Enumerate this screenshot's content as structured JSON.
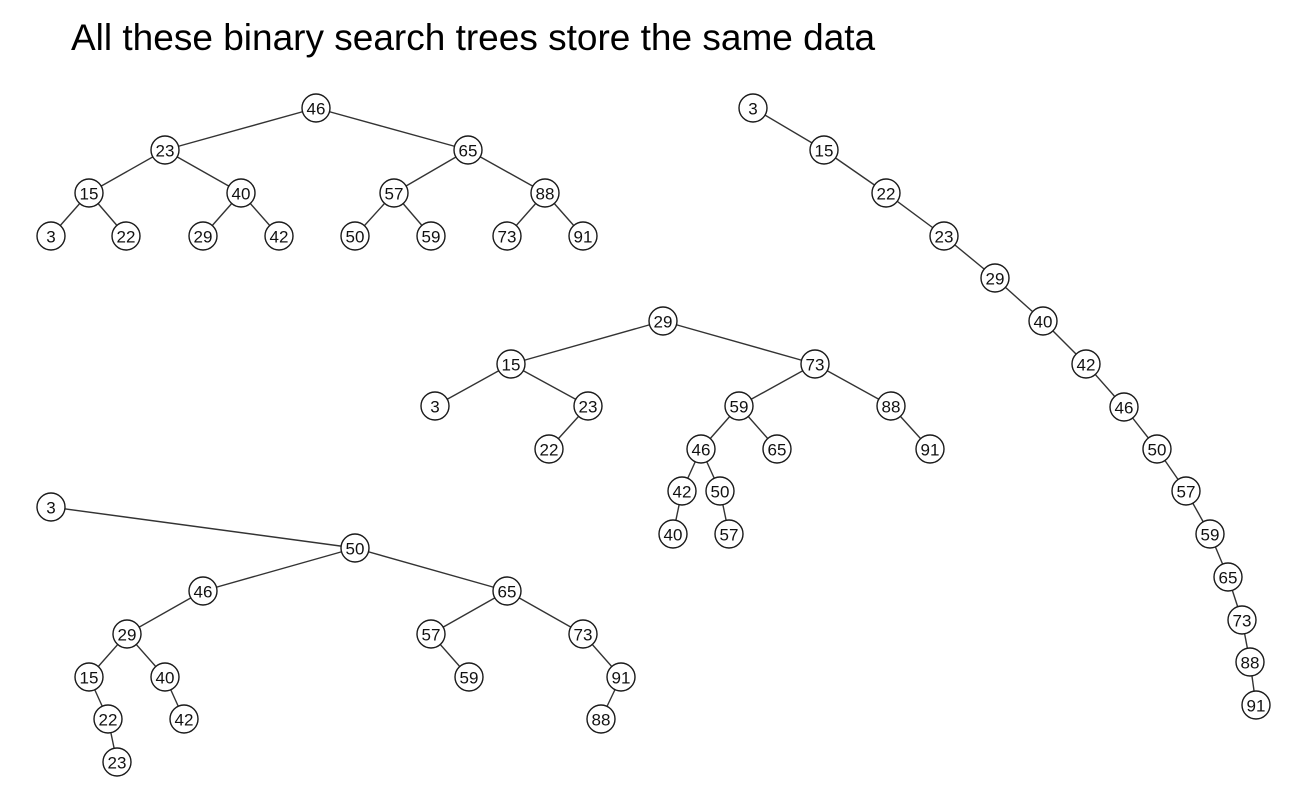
{
  "title": "All these binary search trees store the same data",
  "trees": [
    {
      "name": "balanced-tree",
      "root": {
        "key": "46",
        "left": {
          "key": "23",
          "left": {
            "key": "15",
            "left": {
              "key": "3"
            },
            "right": {
              "key": "22"
            }
          },
          "right": {
            "key": "40",
            "left": {
              "key": "29"
            },
            "right": {
              "key": "42"
            }
          }
        },
        "right": {
          "key": "65",
          "left": {
            "key": "57",
            "left": {
              "key": "50"
            },
            "right": {
              "key": "59"
            }
          },
          "right": {
            "key": "88",
            "left": {
              "key": "73"
            },
            "right": {
              "key": "91"
            }
          }
        }
      }
    },
    {
      "name": "degenerate-chain-tree",
      "root": {
        "key": "3",
        "right": {
          "key": "15",
          "right": {
            "key": "22",
            "right": {
              "key": "23",
              "right": {
                "key": "29",
                "right": {
                  "key": "40",
                  "right": {
                    "key": "42",
                    "right": {
                      "key": "46",
                      "right": {
                        "key": "50",
                        "right": {
                          "key": "57",
                          "right": {
                            "key": "59",
                            "right": {
                              "key": "65",
                              "right": {
                                "key": "73",
                                "right": {
                                  "key": "88",
                                  "right": {
                                    "key": "91"
                                  }
                                }
                              }
                            }
                          }
                        }
                      }
                    }
                  }
                }
              }
            }
          }
        }
      }
    },
    {
      "name": "middle-tree",
      "root": {
        "key": "29",
        "left": {
          "key": "15",
          "left": {
            "key": "3"
          },
          "right": {
            "key": "23",
            "left": {
              "key": "22"
            }
          }
        },
        "right": {
          "key": "73",
          "left": {
            "key": "59",
            "left": {
              "key": "46",
              "left": {
                "key": "42",
                "left": {
                  "key": "40"
                }
              },
              "right": {
                "key": "50",
                "right": {
                  "key": "57"
                }
              }
            },
            "right": {
              "key": "65"
            }
          },
          "right": {
            "key": "88",
            "right": {
              "key": "91"
            }
          }
        }
      }
    },
    {
      "name": "lower-left-tree",
      "root": {
        "key": "3",
        "right": {
          "key": "50",
          "left": {
            "key": "46",
            "left": {
              "key": "29",
              "left": {
                "key": "15",
                "right": {
                  "key": "22",
                  "right": {
                    "key": "23"
                  }
                }
              },
              "right": {
                "key": "40",
                "right": {
                  "key": "42"
                }
              }
            }
          },
          "right": {
            "key": "65",
            "left": {
              "key": "57",
              "right": {
                "key": "59"
              }
            },
            "right": {
              "key": "73",
              "right": {
                "key": "91",
                "left": {
                  "key": "88"
                }
              }
            }
          }
        }
      }
    }
  ]
}
